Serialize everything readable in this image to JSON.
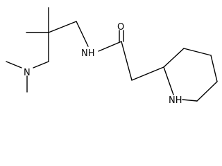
{
  "molecule": {
    "atom_labels": {
      "amine_n": "N",
      "amide_nh": "NH",
      "carbonyl_o": "O",
      "ring_nh": "NH"
    },
    "colors": {
      "bond": "#000000",
      "text": "#000000",
      "background": "#ffffff"
    }
  }
}
